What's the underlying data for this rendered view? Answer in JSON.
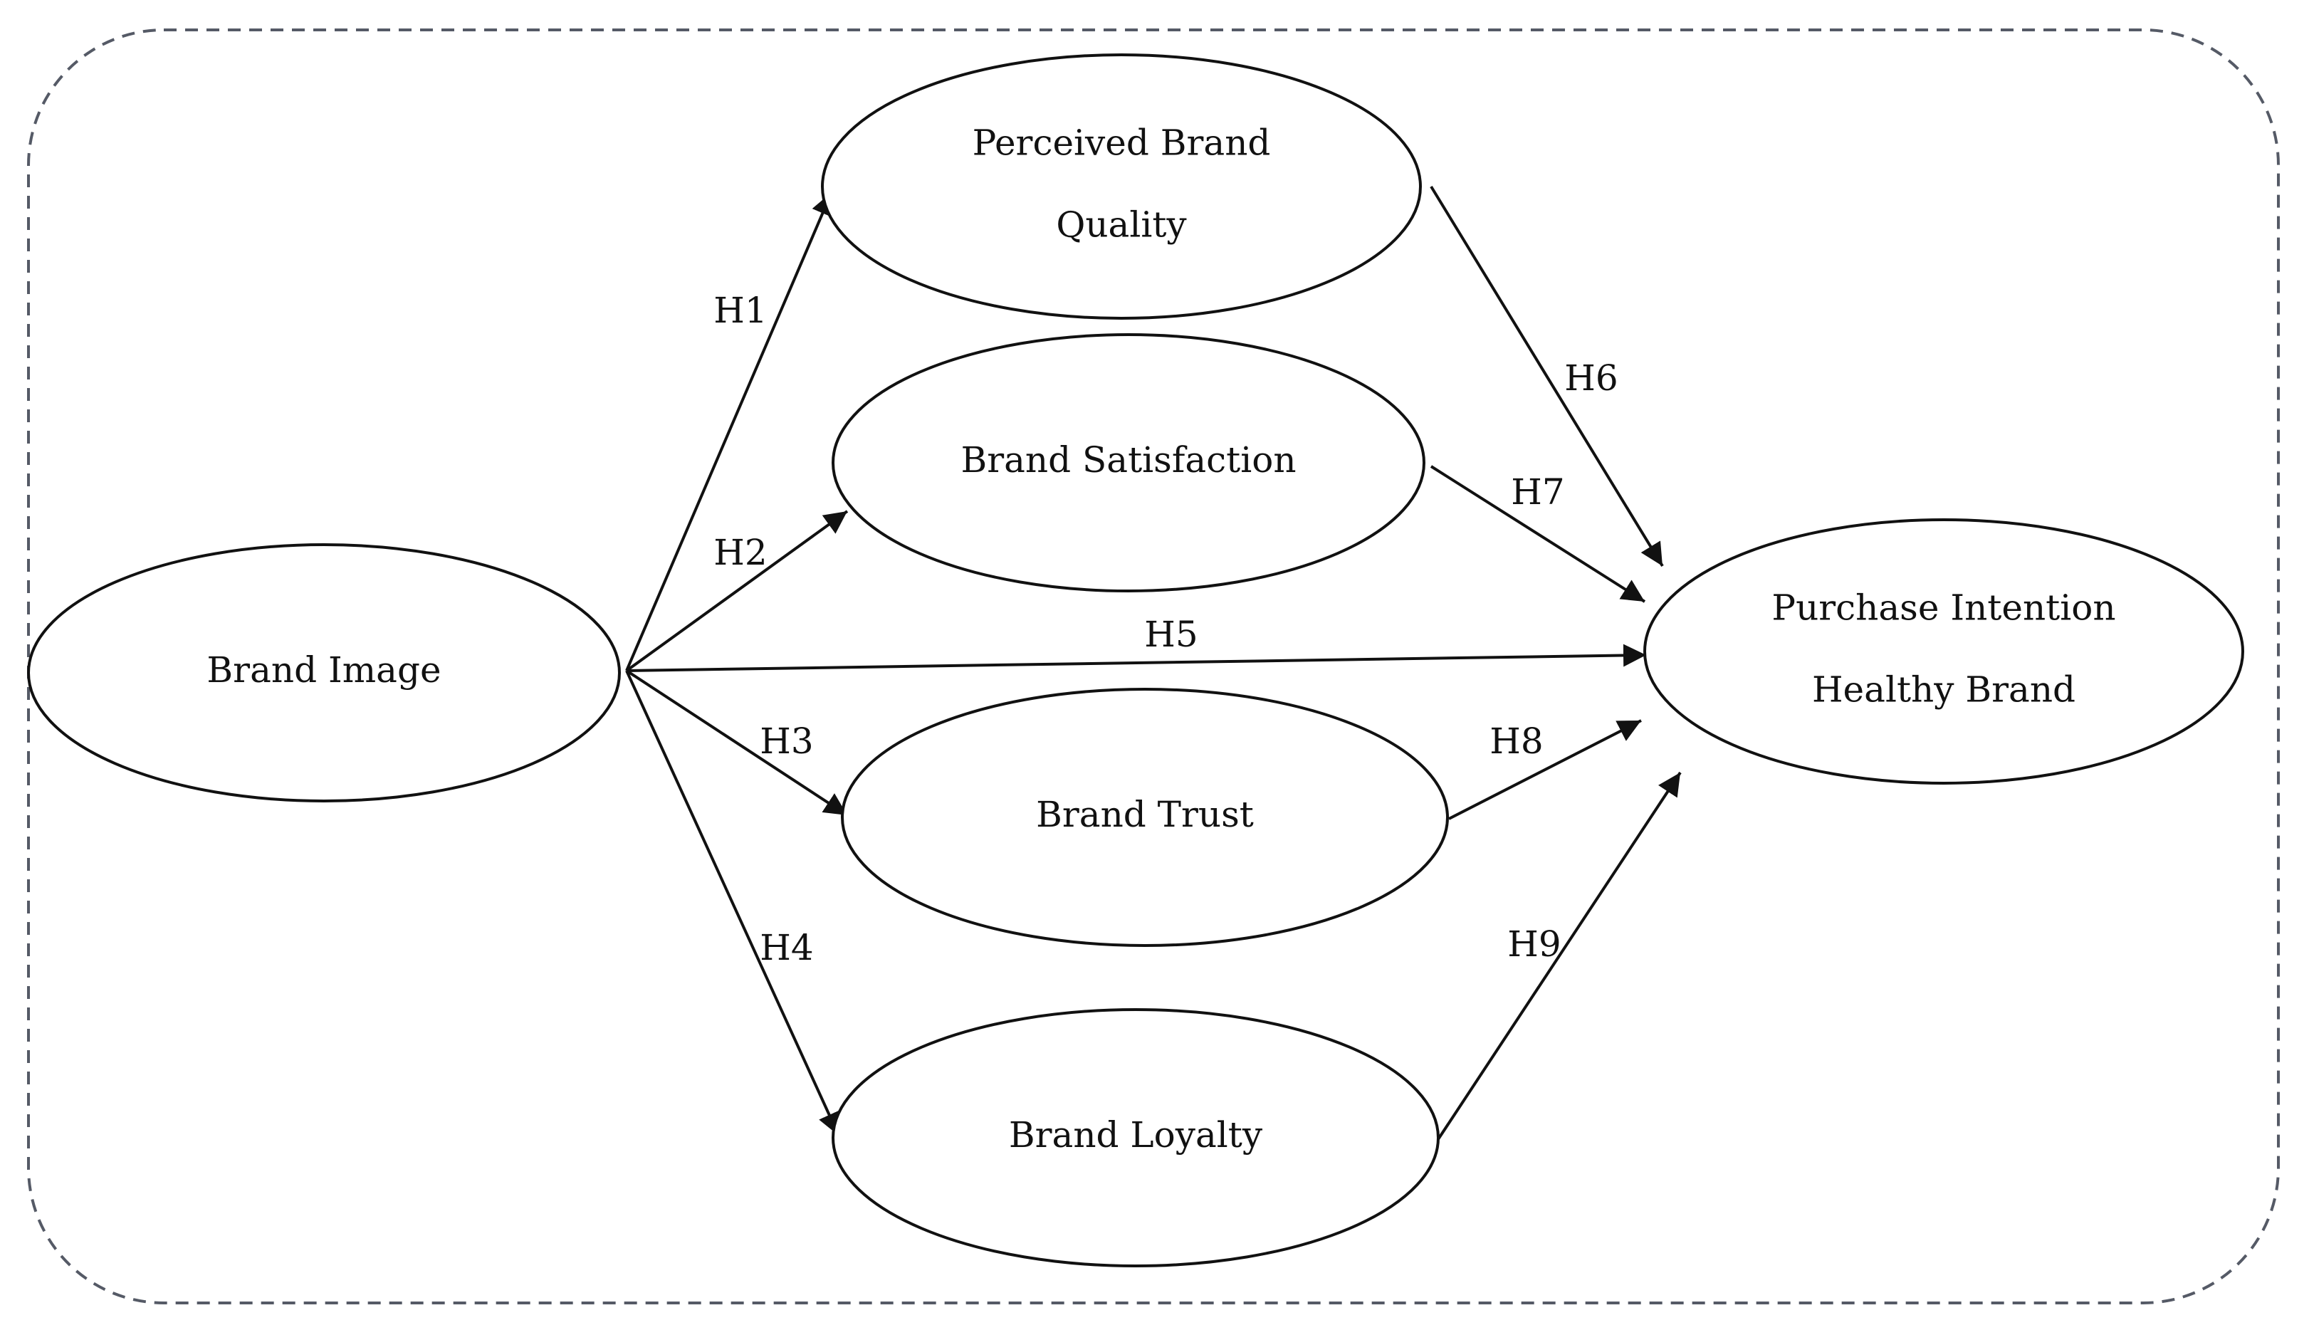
{
  "nodes": {
    "brand_image": {
      "lines": [
        "Brand Image"
      ]
    },
    "perceived_quality": {
      "lines": [
        "Perceived Brand",
        "Quality"
      ]
    },
    "satisfaction": {
      "lines": [
        "Brand Satisfaction"
      ]
    },
    "trust": {
      "lines": [
        "Brand Trust"
      ]
    },
    "loyalty": {
      "lines": [
        "Brand Loyalty"
      ]
    },
    "purchase_intention": {
      "lines": [
        "Purchase Intention",
        "Healthy Brand"
      ]
    }
  },
  "edges": [
    {
      "from": "brand_image",
      "to": "perceived_quality",
      "label": "H1"
    },
    {
      "from": "brand_image",
      "to": "satisfaction",
      "label": "H2"
    },
    {
      "from": "brand_image",
      "to": "trust",
      "label": "H3"
    },
    {
      "from": "brand_image",
      "to": "loyalty",
      "label": "H4"
    },
    {
      "from": "brand_image",
      "to": "purchase_intention",
      "label": "H5"
    },
    {
      "from": "perceived_quality",
      "to": "purchase_intention",
      "label": "H6"
    },
    {
      "from": "satisfaction",
      "to": "purchase_intention",
      "label": "H7"
    },
    {
      "from": "trust",
      "to": "purchase_intention",
      "label": "H8"
    },
    {
      "from": "loyalty",
      "to": "purchase_intention",
      "label": "H9"
    }
  ]
}
